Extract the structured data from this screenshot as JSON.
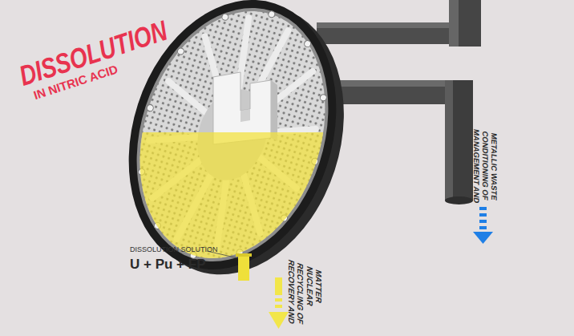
{
  "diagram": {
    "title": "DISSOLUTION",
    "labels": [
      "IN NITRIC ACID",
      "DISSOLUTION SOLUTION",
      "U + Pu + FP",
      "RECOVERY AND RECYCLING OF NUCLEAR MATTER",
      "MANAGEMENT AND CONDITIONING OF METALLIC WASTE"
    ]
  }
}
